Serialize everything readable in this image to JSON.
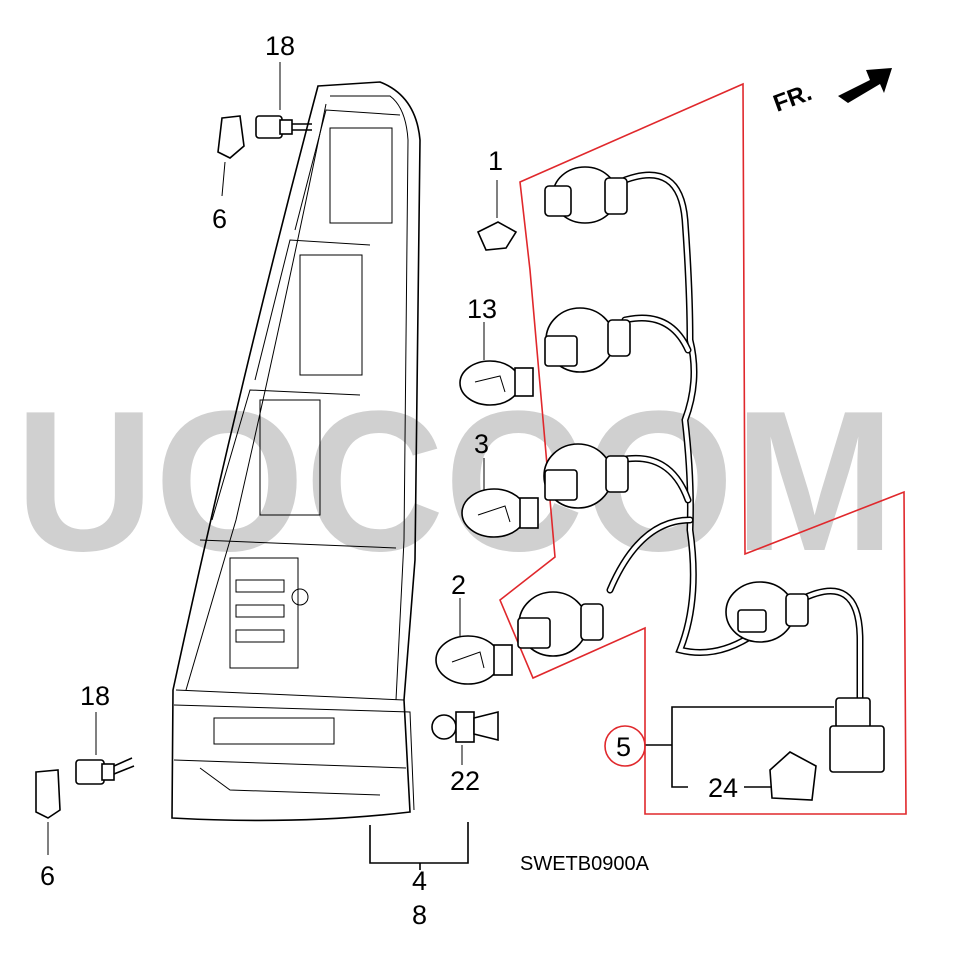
{
  "watermark": "UOCCOM",
  "direction": "FR.",
  "diagram_code": "SWETB0900A",
  "callouts": {
    "c1": "1",
    "c2": "2",
    "c3": "3",
    "c4": "4",
    "c5": "5",
    "c6a": "6",
    "c6b": "6",
    "c8": "8",
    "c13": "13",
    "c18a": "18",
    "c18b": "18",
    "c22": "22",
    "c24": "24"
  },
  "colors": {
    "outline": "#e0282c",
    "watermark": "#d0d0d0"
  }
}
